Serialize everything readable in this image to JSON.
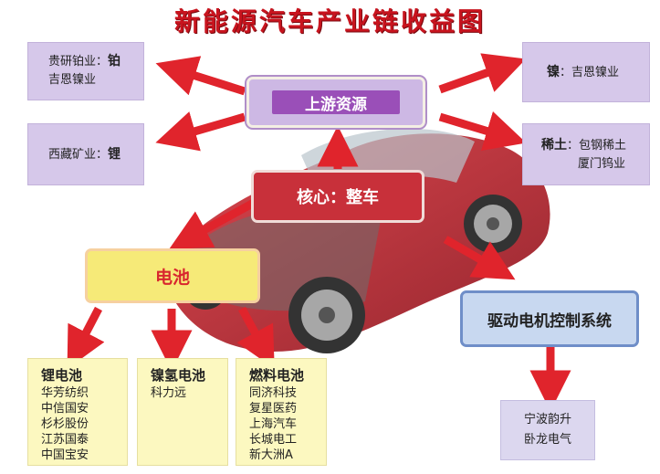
{
  "title": "新能源汽车产业链收益图",
  "nodes": {
    "upstream": "上游资源",
    "core_prefix": "核心：",
    "core_main": "整车",
    "battery": "电池",
    "motor": "驱动电机控制系统"
  },
  "upstream_boxes": {
    "platinum": {
      "prefix": "贵研铂业：",
      "metal": "铂",
      "line2": "吉恩镍业"
    },
    "lithium": {
      "prefix": "西藏矿业：",
      "metal": "锂"
    },
    "nickel": {
      "metal": "镍",
      "suffix": "：吉恩镍业"
    },
    "rare_earth": {
      "metal": "稀土",
      "suffix": "：包钢稀土",
      "line2": "厦门钨业"
    }
  },
  "battery_types": [
    {
      "heading": "锂电池",
      "companies": [
        "华芳纺织",
        "中信国安",
        "杉杉股份",
        "江苏国泰",
        "中国宝安"
      ]
    },
    {
      "heading": "镍氢电池",
      "companies": [
        "科力远"
      ]
    },
    {
      "heading": "燃料电池",
      "companies": [
        "同济科技",
        "复星医药",
        "上海汽车",
        "长城电工",
        "新大洲A"
      ]
    }
  ],
  "motor_companies": [
    "宁波韵升",
    "卧龙电气"
  ],
  "colors": {
    "arrow": "#e0242c",
    "title": "#c8141e",
    "purple_box": "#d6c8ea",
    "yellow_box": "#fcf8c0"
  }
}
